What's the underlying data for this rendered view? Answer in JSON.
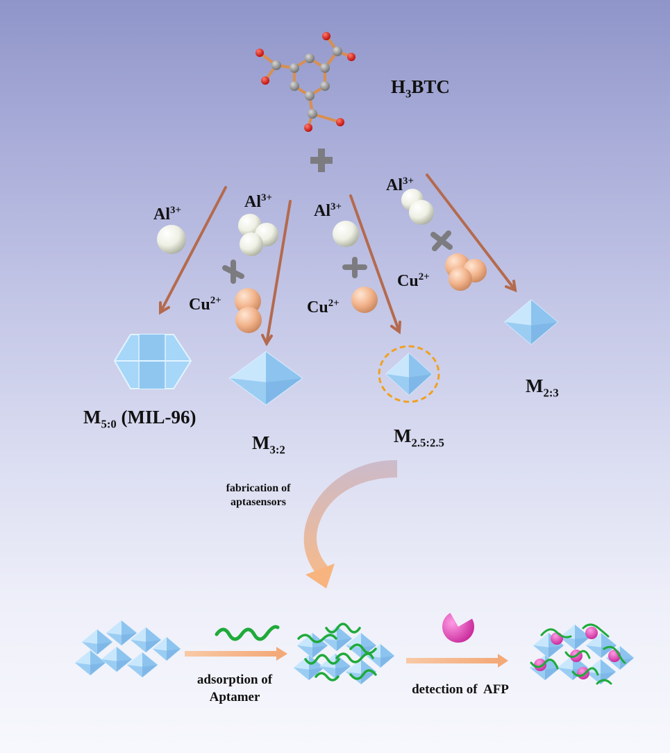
{
  "linker": {
    "base": "H",
    "sub": "3",
    "rest": "BTC"
  },
  "ions": {
    "al": {
      "base": "Al",
      "sup": "3+"
    },
    "cu": {
      "base": "Cu",
      "sup": "2+"
    }
  },
  "products": [
    {
      "base": "M",
      "sub": "5:0",
      "suffix": " (MIL-96)"
    },
    {
      "base": "M",
      "sub": "3:2",
      "suffix": ""
    },
    {
      "base": "M",
      "sub": "2.5:2.5",
      "suffix": ""
    },
    {
      "base": "M",
      "sub": "2:3",
      "suffix": ""
    }
  ],
  "steps": {
    "fabrication": [
      "fabrication of",
      "aptasensors"
    ],
    "adsorption": [
      "adsorption of",
      "Aptamer"
    ],
    "detection": "detection of  AFP"
  },
  "colors": {
    "al_ion": "#eef0e6",
    "cu_ion": "#f2b48c",
    "crystal": "#9fd0f4",
    "aptamer": "#1faa3a",
    "afp": "#e23fb7",
    "arrow": "#b46a4e",
    "highlight_ring": "#f0a020"
  }
}
